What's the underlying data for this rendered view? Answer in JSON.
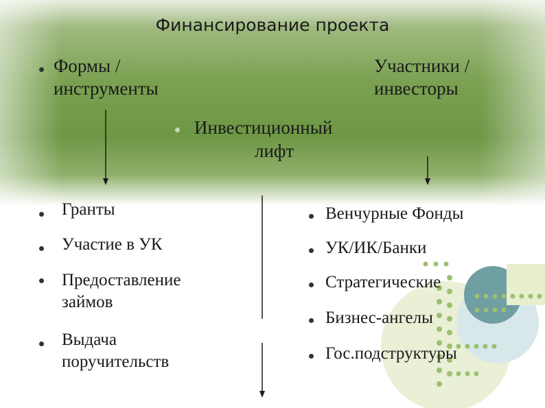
{
  "slide": {
    "title": "Финансирование проекта",
    "forms_line1": "Формы /",
    "forms_line2": "инструменты",
    "investors_line1": "Участники /",
    "investors_line2": "инвесторы",
    "lift_line1": "Инвестиционный",
    "lift_line2": "лифт"
  },
  "left_list": [
    {
      "line1": "Гранты",
      "line2": ""
    },
    {
      "line1": "Участие в УК",
      "line2": ""
    },
    {
      "line1": "Предоставление",
      "line2": "займов"
    },
    {
      "line1": "Выдача",
      "line2": "поручительств"
    }
  ],
  "right_list": [
    "Венчурные Фонды",
    "УК/ИК/Банки",
    "Стратегические",
    "Бизнес-ангелы",
    "Гос.подструктуры"
  ],
  "colors": {
    "green_main": "#6d9745",
    "teal_circle": "#6e9ea3",
    "pale_circle": "#d9e8ea",
    "lime_circle": "#e7efd2",
    "dots": "#9cbf72"
  }
}
